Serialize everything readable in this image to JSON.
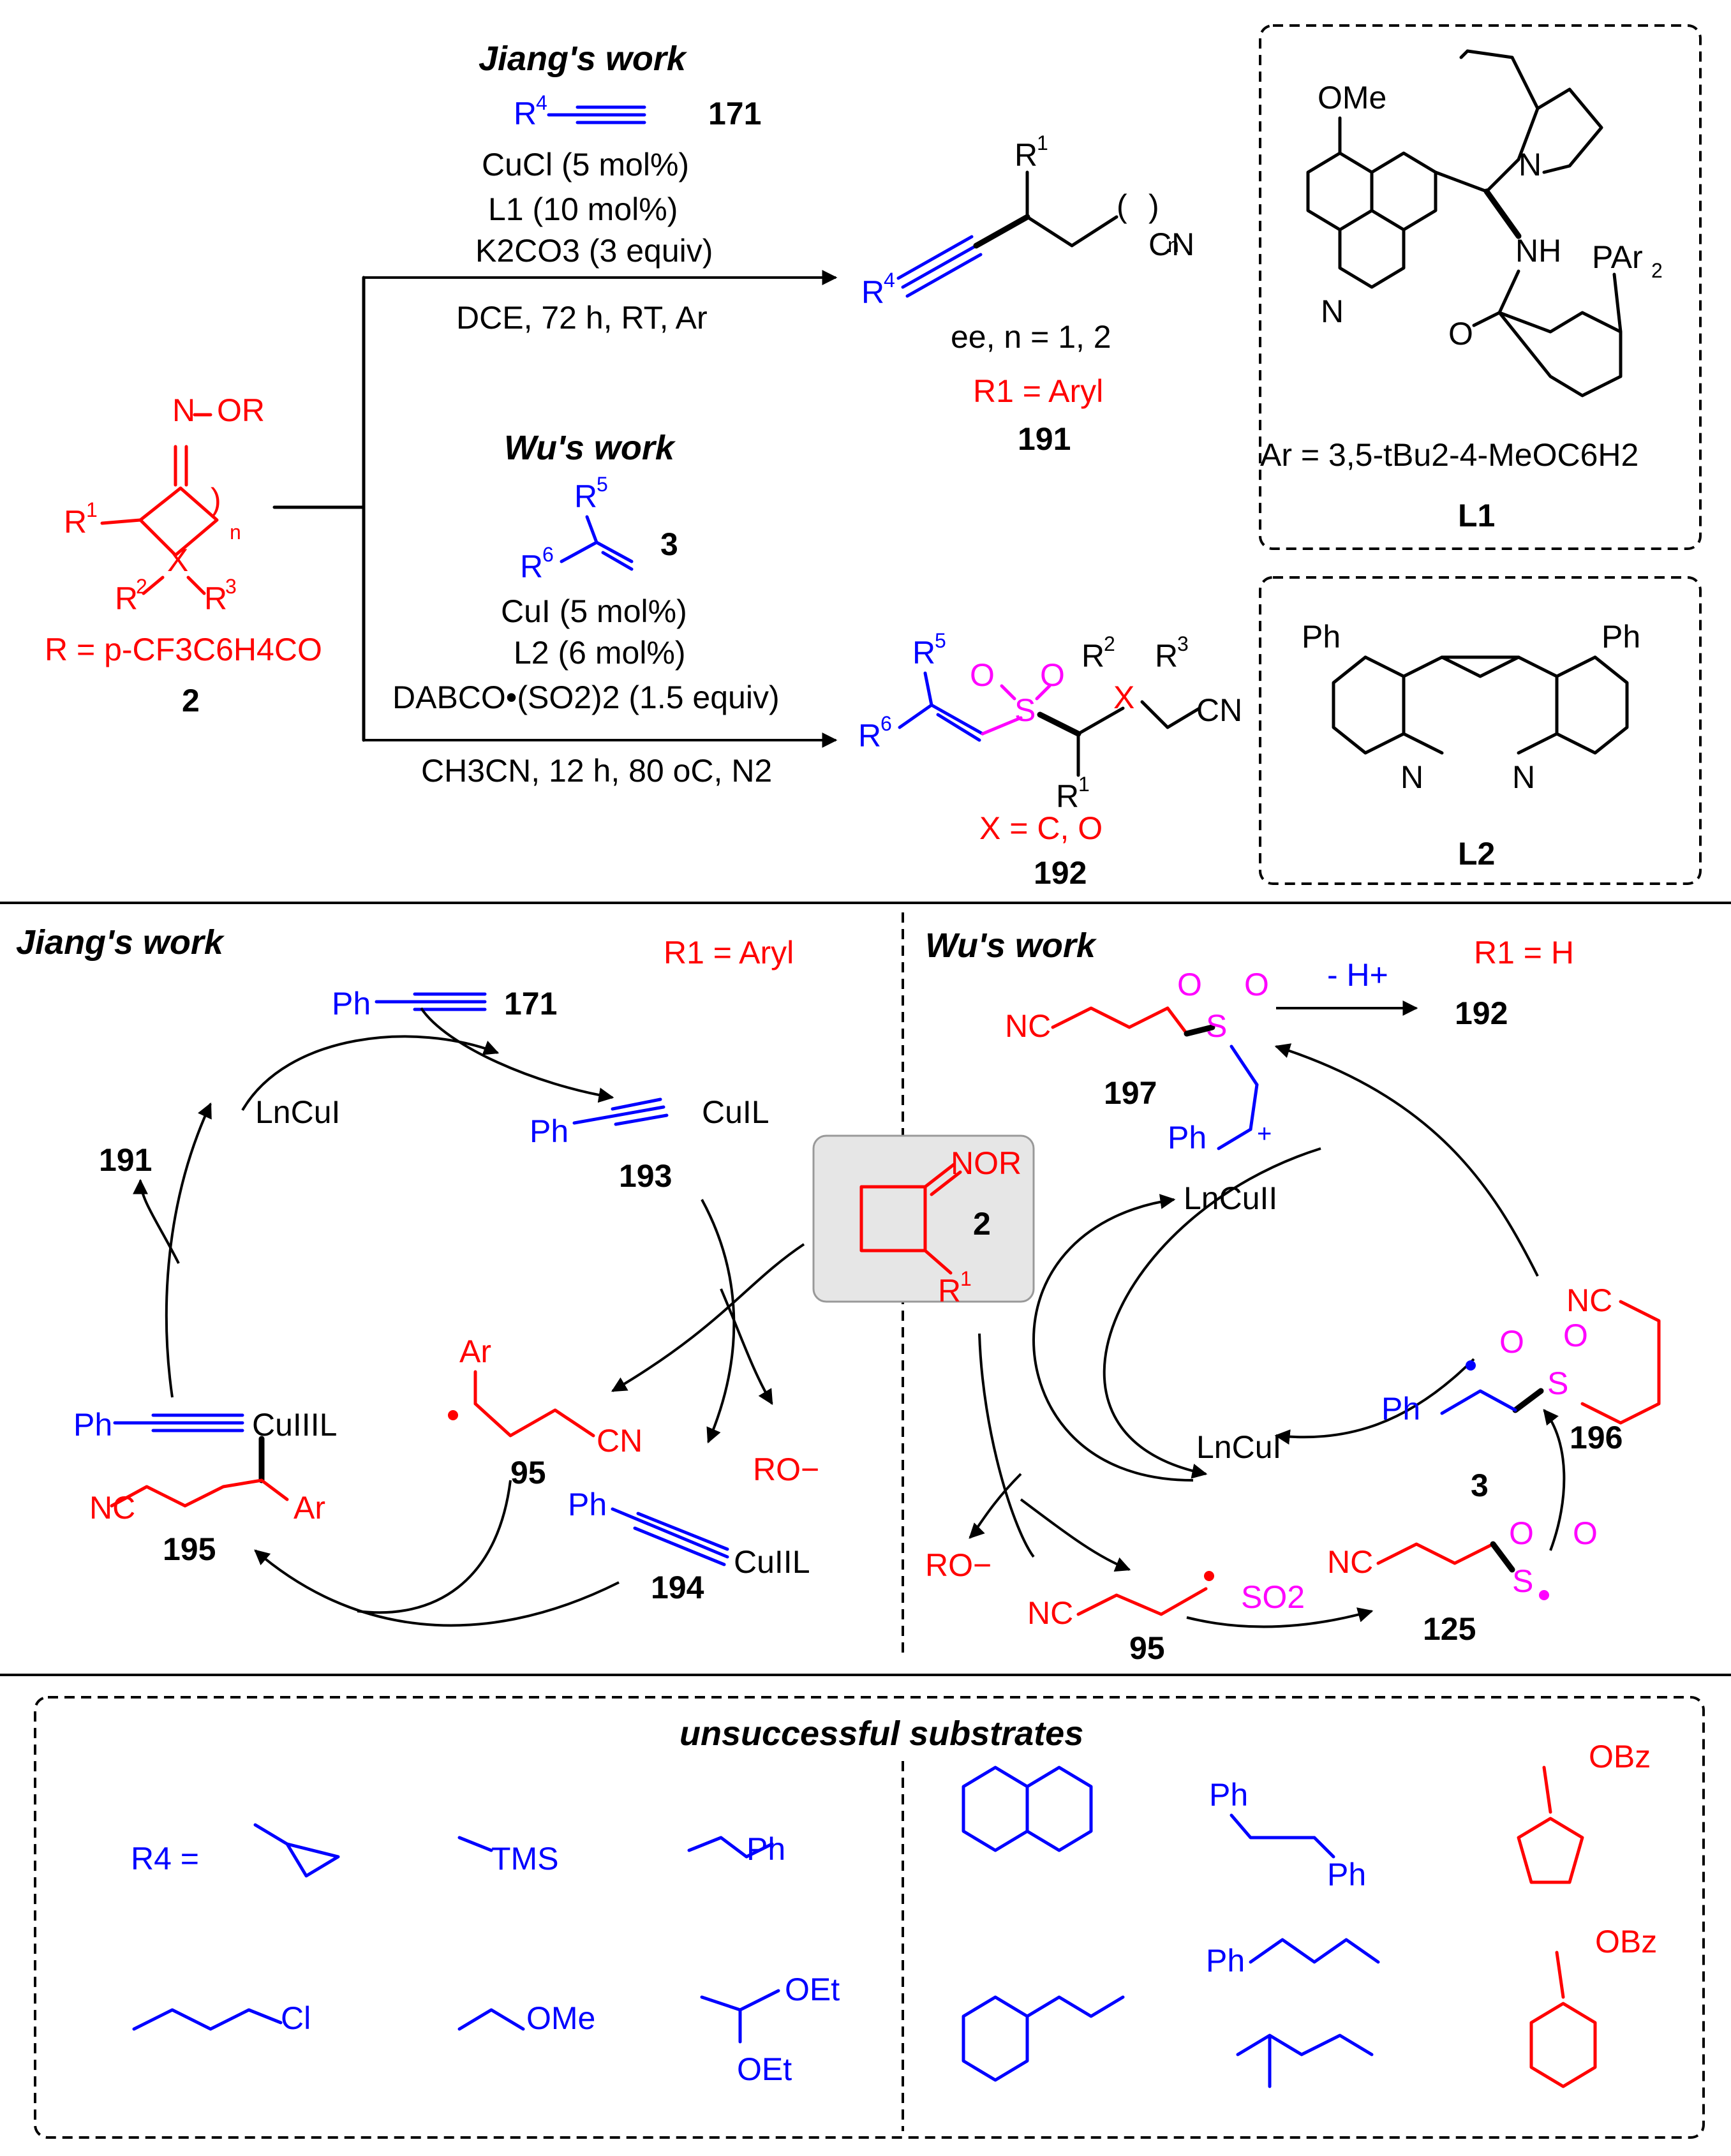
{
  "top": {
    "jiang_title": "Jiang's work",
    "wu_title": "Wu's work",
    "alkyne_reagent": "R4",
    "alkyne_number": "171",
    "jiang_conditions": [
      "CuCl (5 mol%)",
      "L1 (10 mol%)",
      "K2CO3 (3 equiv)",
      "DCE, 72 h, RT, Ar"
    ],
    "alkene_number": "3",
    "wu_conditions": [
      "CuI (5 mol%)",
      "L2 (6 mol%)",
      "DABCO•(SO2)2 (1.5 equiv)",
      "CH3CN, 12 h, 80 oC, N2"
    ],
    "substrate_label": "R = p-CF3C6H4CO",
    "substrate_number": "2",
    "product191_notes": [
      "ee, n = 1, 2",
      "R1 = Aryl"
    ],
    "product191_number": "191",
    "product192_note": "X = C, O",
    "product192_number": "192",
    "ligand1_caption": "Ar = 3,5-tBu2-4-MeOC6H2",
    "ligand1_number": "L1",
    "ligand2_number": "L2"
  },
  "middle": {
    "jiang_title": "Jiang's work",
    "jiang_note": "R1 = Aryl",
    "wu_title": "Wu's work",
    "wu_note": "R1 = H",
    "numbers": [
      "171",
      "193",
      "191",
      "195",
      "95",
      "194",
      "2",
      "197",
      "192",
      "196",
      "125",
      "95",
      "3"
    ],
    "labels": [
      "LnCuI",
      "LnCuII",
      "LnCuI",
      "RO−",
      "RO−",
      "- H+",
      "SO2"
    ]
  },
  "bottom": {
    "title": "unsuccessful substrates",
    "r4_label": "R4 =",
    "r4_groups": [
      "TMS",
      "Ph",
      "Cl",
      "OMe",
      "OEt",
      "OEt"
    ],
    "alkene_labels": [
      "Ph",
      "Ph",
      "Ph"
    ],
    "oxime_labels": [
      "OBz",
      "OBz"
    ]
  },
  "colors": {
    "reagent": "#0000ff",
    "substrate": "#ff0000",
    "sulfonyl": "#ff00ff",
    "frame": "#000000"
  }
}
